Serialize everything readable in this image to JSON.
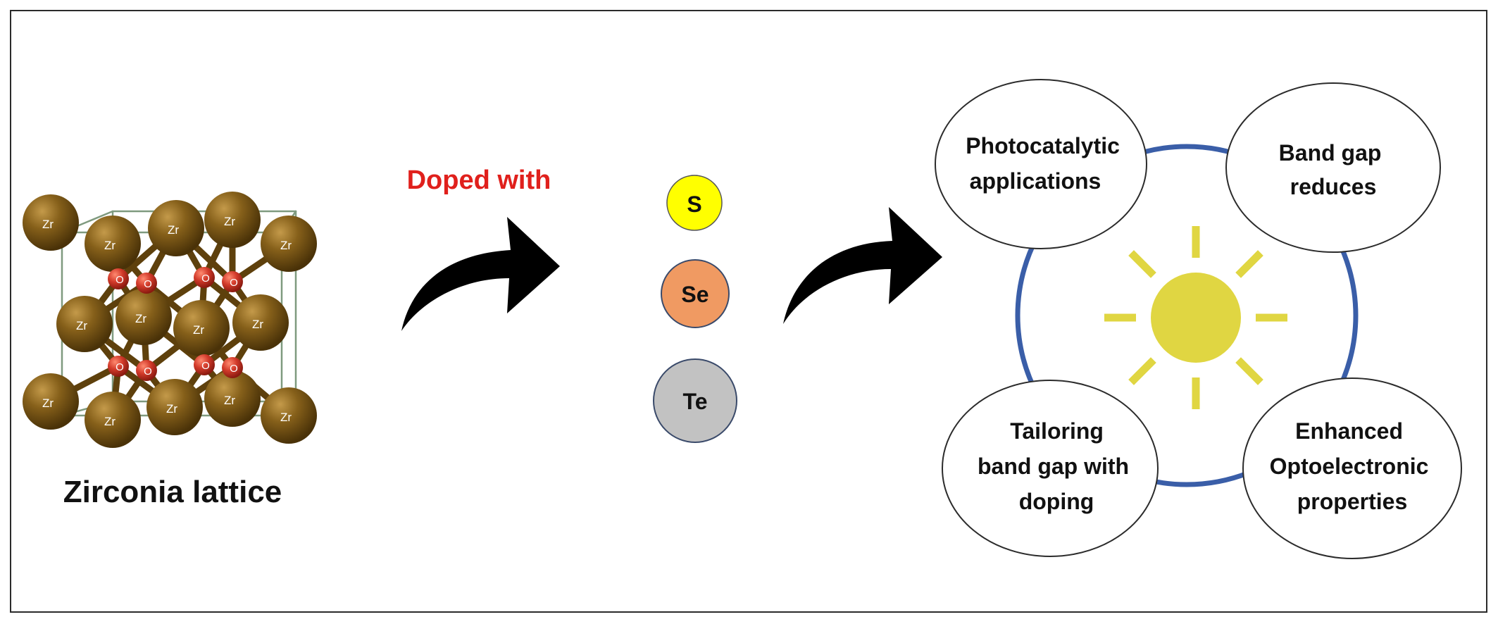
{
  "lattice": {
    "caption": "Zirconia lattice",
    "zr_label": "Zr",
    "o_label": "O",
    "colors": {
      "zr": "#7a5410",
      "zr_light": "#b08a3a",
      "o": "#d23a2a",
      "bond": "#6b4a12"
    }
  },
  "dopant_step": {
    "label": "Doped with",
    "label_color": "#e0201c",
    "dopants": [
      {
        "symbol": "S",
        "color": "#ffff00"
      },
      {
        "symbol": "Se",
        "color": "#f09a62"
      },
      {
        "symbol": "Te",
        "color": "#c2c2c2"
      }
    ]
  },
  "outcomes": {
    "ring_color": "#3a5ea8",
    "sun_color": "#e0d642",
    "bubbles": [
      {
        "lines": [
          "Photocatalytic",
          "applications"
        ]
      },
      {
        "lines": [
          "Band gap",
          "reduces"
        ]
      },
      {
        "lines": [
          "Tailoring",
          "band gap with",
          "doping"
        ]
      },
      {
        "lines": [
          "Enhanced",
          "Optoelectronic",
          "properties"
        ]
      }
    ]
  },
  "icons": [
    "curved-arrow-icon",
    "curved-arrow-icon",
    "sun-icon"
  ]
}
